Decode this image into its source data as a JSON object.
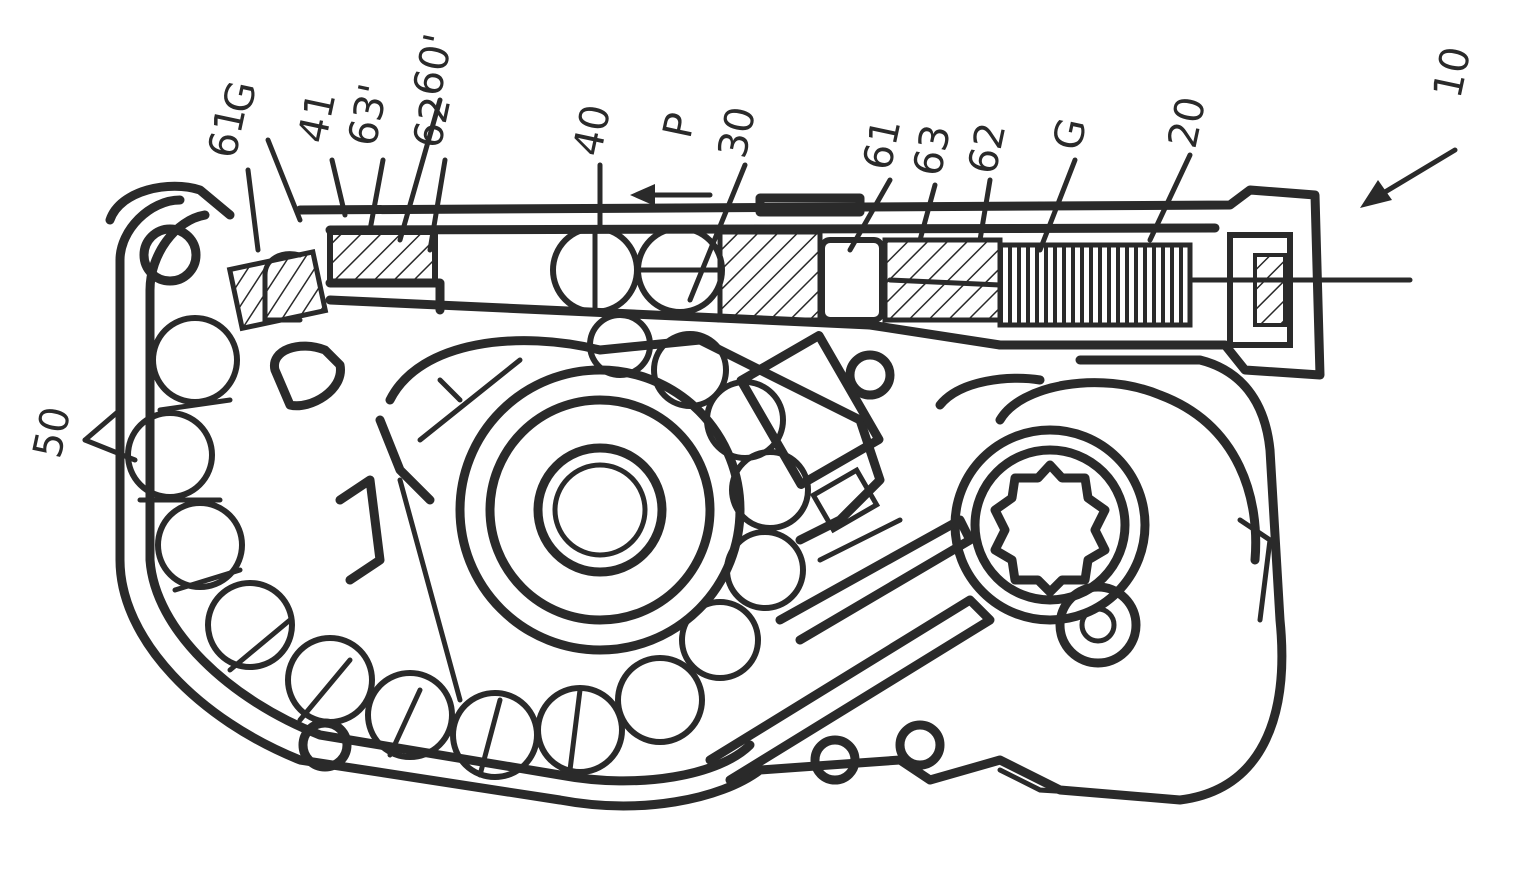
{
  "figure": {
    "labels": {
      "l10": "10",
      "l20": "20",
      "l30": "30",
      "l40": "40",
      "l41": "41",
      "l50": "50",
      "l60p": "60'",
      "l61a": "61",
      "l61b": "61",
      "l62": "62",
      "l62p": "62'",
      "l63": "63",
      "l63p": "63'",
      "lGa": "G",
      "lGb": "G",
      "lP": "P"
    }
  }
}
